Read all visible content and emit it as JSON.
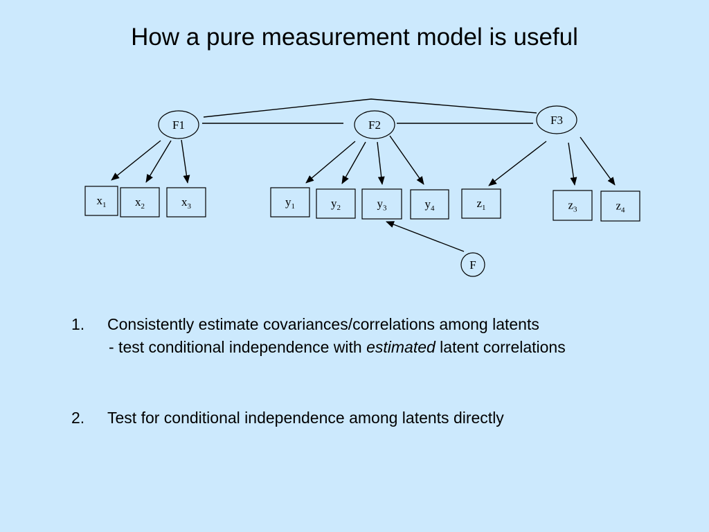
{
  "title": "How a pure measurement model is useful",
  "diagram": {
    "latents": [
      {
        "id": "F1",
        "label": "F1"
      },
      {
        "id": "F2",
        "label": "F2"
      },
      {
        "id": "F3",
        "label": "F3"
      },
      {
        "id": "F",
        "label": "F"
      }
    ],
    "indicators": [
      {
        "id": "x1",
        "base": "x",
        "sub": "1"
      },
      {
        "id": "x2",
        "base": "x",
        "sub": "2"
      },
      {
        "id": "x3",
        "base": "x",
        "sub": "3"
      },
      {
        "id": "y1",
        "base": "y",
        "sub": "1"
      },
      {
        "id": "y2",
        "base": "y",
        "sub": "2"
      },
      {
        "id": "y3",
        "base": "y",
        "sub": "3"
      },
      {
        "id": "y4",
        "base": "y",
        "sub": "4"
      },
      {
        "id": "z1",
        "base": "z",
        "sub": "1"
      },
      {
        "id": "z3",
        "base": "z",
        "sub": "3"
      },
      {
        "id": "z4",
        "base": "z",
        "sub": "4"
      }
    ],
    "edges": [
      {
        "from": "F1",
        "to": "x1",
        "type": "directed"
      },
      {
        "from": "F1",
        "to": "x2",
        "type": "directed"
      },
      {
        "from": "F1",
        "to": "x3",
        "type": "directed"
      },
      {
        "from": "F2",
        "to": "y1",
        "type": "directed"
      },
      {
        "from": "F2",
        "to": "y2",
        "type": "directed"
      },
      {
        "from": "F2",
        "to": "y3",
        "type": "directed"
      },
      {
        "from": "F2",
        "to": "y4",
        "type": "directed"
      },
      {
        "from": "F3",
        "to": "z1",
        "type": "directed"
      },
      {
        "from": "F3",
        "to": "z3",
        "type": "directed"
      },
      {
        "from": "F3",
        "to": "z4",
        "type": "directed"
      },
      {
        "from": "F",
        "to": "y3",
        "type": "directed"
      },
      {
        "from": "F1",
        "to": "F2",
        "type": "undirected"
      },
      {
        "from": "F2",
        "to": "F3",
        "type": "undirected"
      },
      {
        "from": "F1",
        "to": "F3",
        "type": "undirected"
      }
    ]
  },
  "points": [
    {
      "number": "1.",
      "line1": "Consistently estimate covariances/correlations among latents",
      "line2_prefix": "- test conditional independence with ",
      "line2_emphasis": "estimated",
      "line2_suffix": " latent correlations"
    },
    {
      "number": "2.",
      "line1": "Test for conditional independence among latents directly"
    }
  ]
}
